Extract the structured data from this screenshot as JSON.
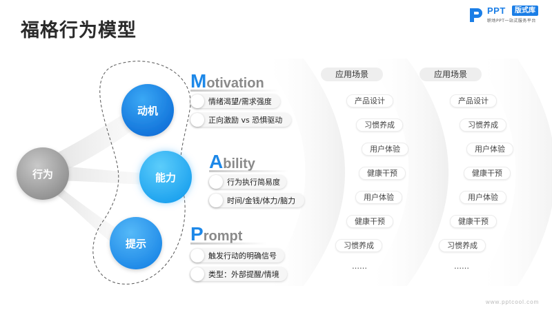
{
  "title": "福格行为模型",
  "logo": {
    "brand": "PPT",
    "tag": "版式库",
    "subtitle": "职场PPT一站式服务平台"
  },
  "center_node": "行为",
  "nodes": [
    {
      "label": "动机",
      "heading_first": "M",
      "heading_rest": "otivation",
      "items": [
        "情绪渴望/需求强度",
        "正向激励 vs 恐惧驱动"
      ]
    },
    {
      "label": "能力",
      "heading_first": "A",
      "heading_rest": "bility",
      "items": [
        "行为执行简易度",
        "时间/金钱/体力/脑力"
      ]
    },
    {
      "label": "提示",
      "heading_first": "P",
      "heading_rest": "rompt",
      "items": [
        "触发行动的明确信号",
        "类型：外部提醒/情境"
      ]
    }
  ],
  "columns": [
    {
      "header": "应用场景",
      "items": [
        "产品设计",
        "习惯养成",
        "用户体验",
        "健康干预",
        "用户体验",
        "健康干预",
        "习惯养成",
        "……"
      ]
    },
    {
      "header": "应用场景",
      "items": [
        "产品设计",
        "习惯养成",
        "用户体验",
        "健康干预",
        "用户体验",
        "健康干预",
        "习惯养成",
        "……"
      ]
    }
  ],
  "footer": "www.pptcool.com",
  "colors": {
    "accent": "#1d88e8",
    "accent_light": "#3fb4f4",
    "gray_node": "#9a9a9a"
  }
}
